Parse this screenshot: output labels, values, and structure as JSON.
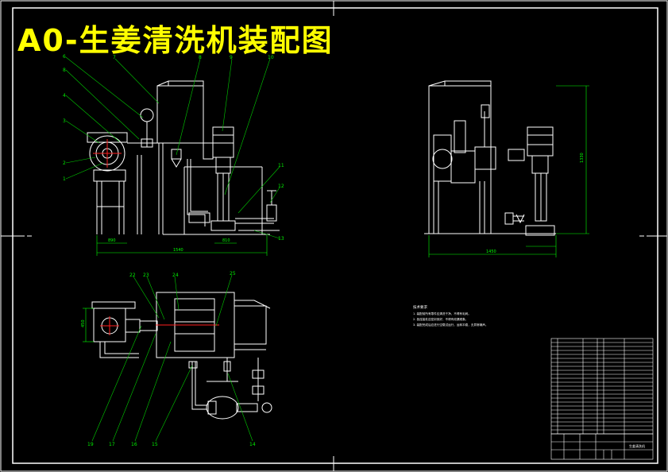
{
  "title": "A0-生姜清洗机装配图",
  "colors": {
    "background": "#000000",
    "frame": "#ffffff",
    "title": "#ffff00",
    "leader": "#00cc00",
    "dimension": "#00ff00",
    "outline": "#ffffff",
    "accent": "#ff2020"
  },
  "front_view": {
    "balloons": [
      "6",
      "7",
      "8",
      "9",
      "10",
      "5",
      "4",
      "3",
      "2",
      "1",
      "11",
      "12",
      "13"
    ],
    "dims": [
      "890",
      "1540",
      "810"
    ]
  },
  "side_view": {
    "dims": [
      "1450",
      "1330"
    ]
  },
  "top_view": {
    "balloons": [
      "22",
      "23",
      "24",
      "25",
      "19",
      "17",
      "16",
      "15",
      "14"
    ],
    "dims": [
      "450"
    ]
  },
  "notes": {
    "heading": "技术要求",
    "lines": [
      "1. 装配前所有零件应清洗干净，不得有毛刺。",
      "2. 各连接处应密封良好，不得有泄漏现象。",
      "3. 装配完成后应进行空载试运行，运转平稳，无异常噪声。"
    ]
  },
  "title_block": {
    "drawing_name": "生姜清洗机"
  }
}
